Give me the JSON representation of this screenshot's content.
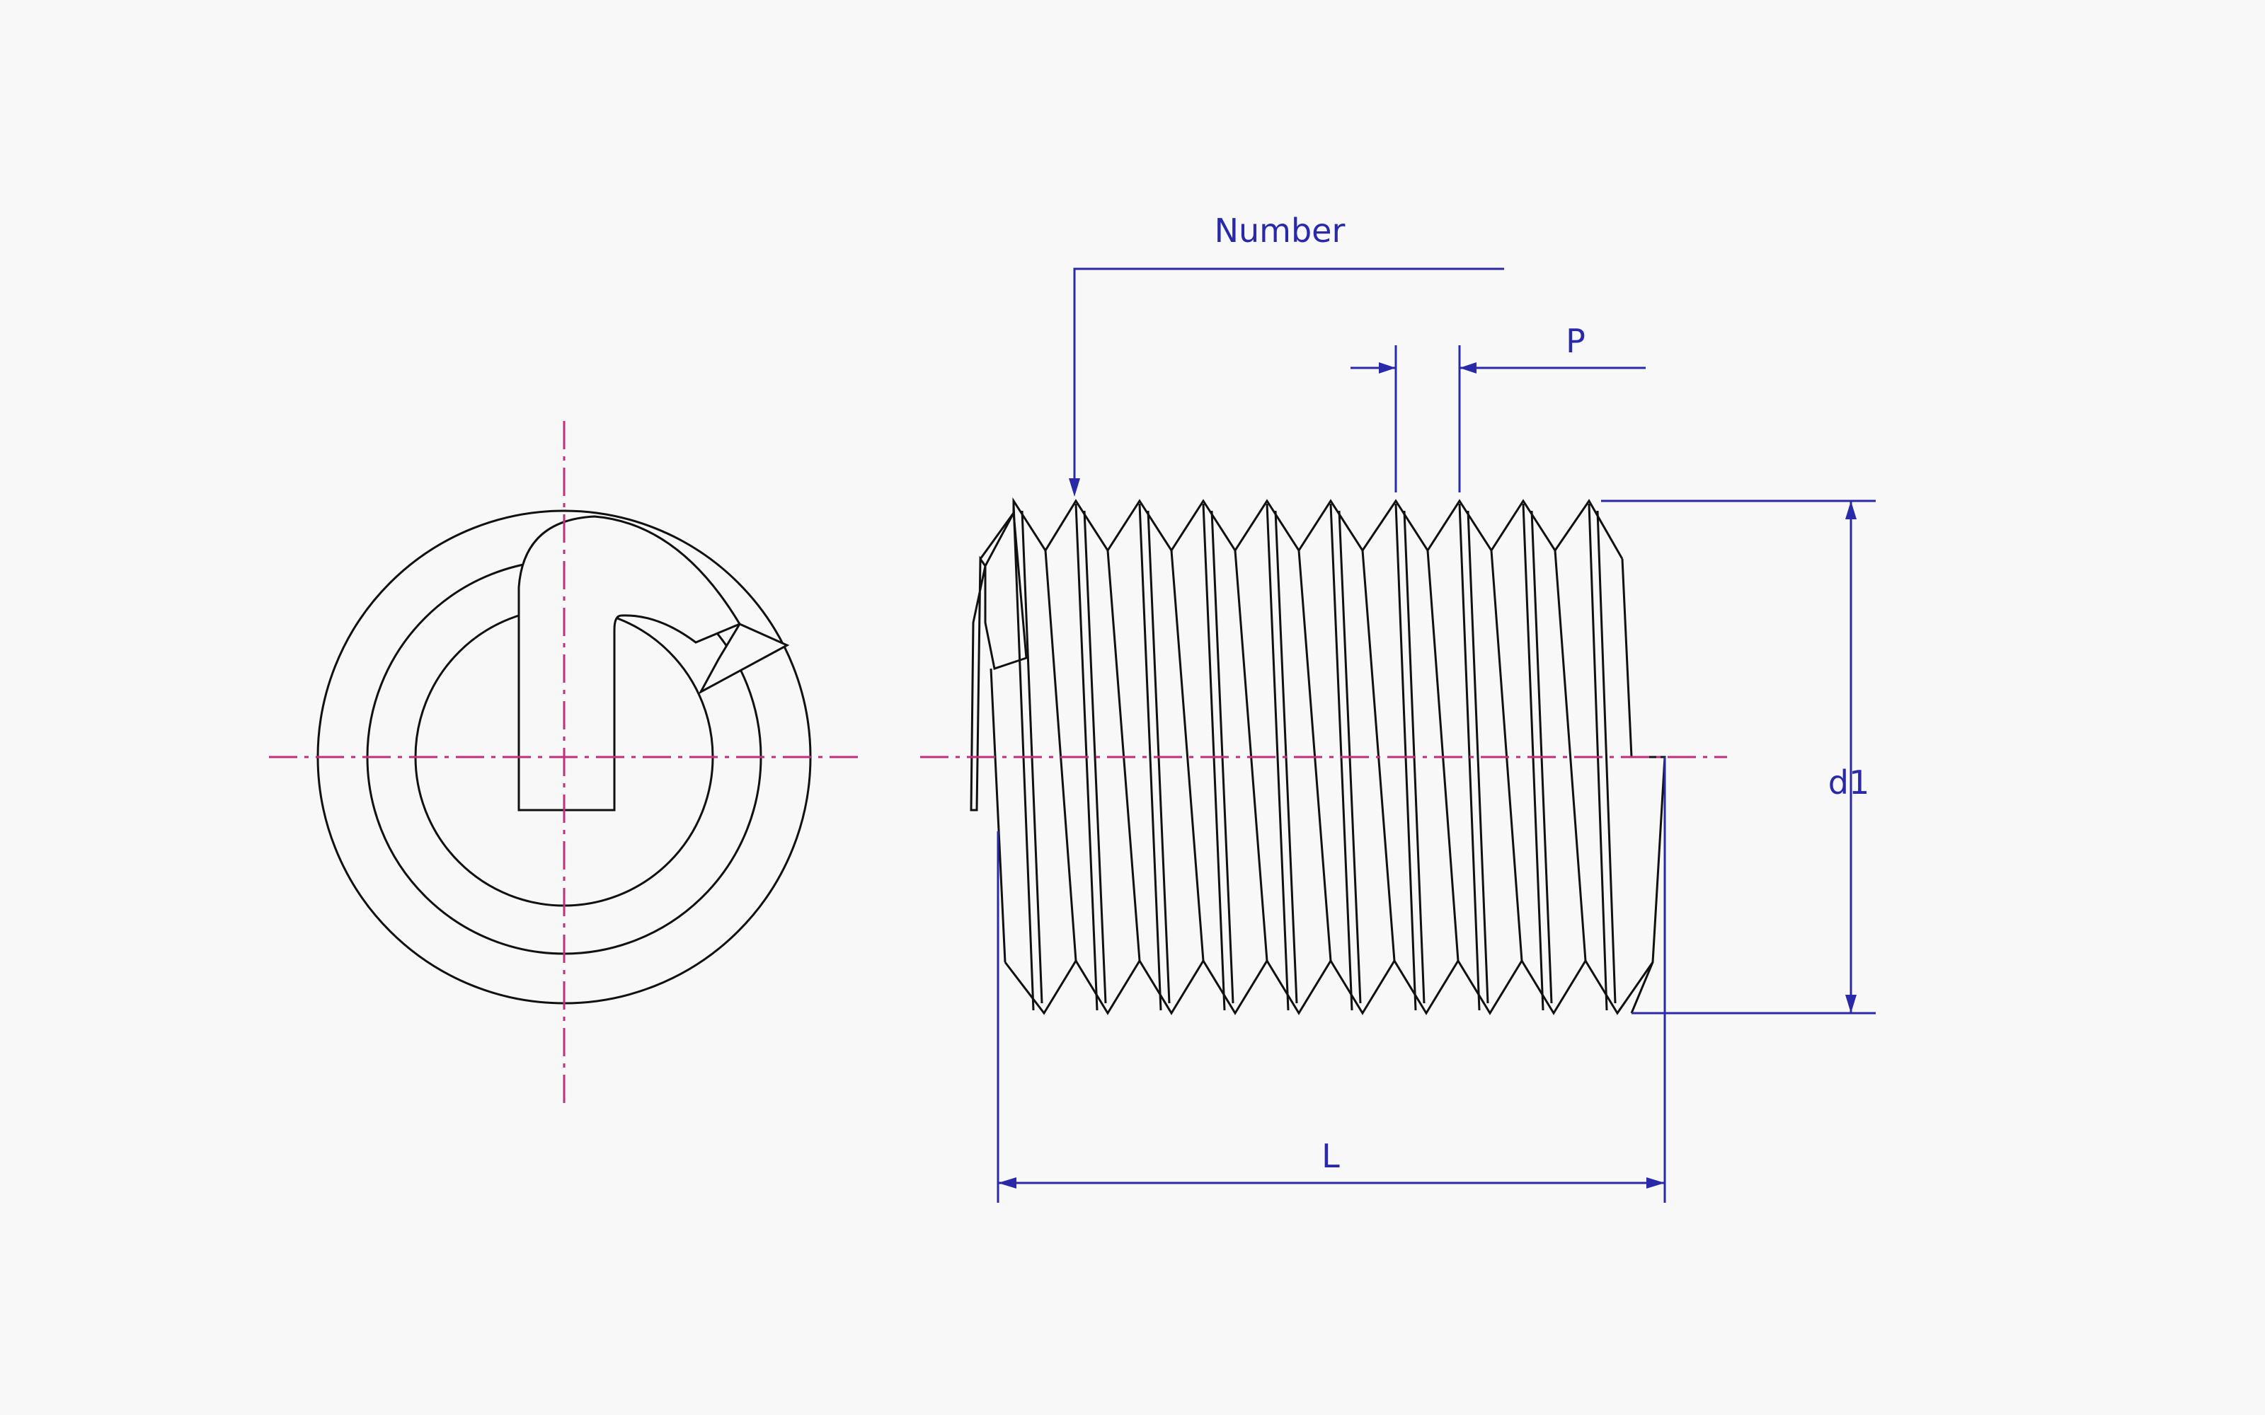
{
  "labels": {
    "number": "Number",
    "pitch": "P",
    "diameter": "d1",
    "length": "L"
  },
  "colors": {
    "background": "#f8f8f9",
    "outline": "#111111",
    "dimension": "#2a2aa8",
    "centerline": "#c0307a"
  }
}
